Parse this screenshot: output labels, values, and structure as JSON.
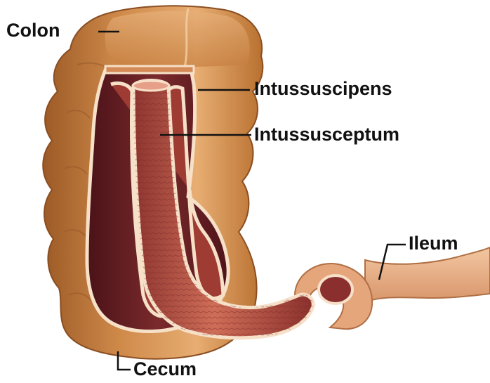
{
  "diagram": {
    "labels": {
      "colon": "Colon",
      "intussuscipiens": "Intussuscipens",
      "intussusceptum": "Intussusceptum",
      "ileum": "Ileum",
      "cecum": "Cecum"
    },
    "colors": {
      "outer_wall": "#c07a3c",
      "outer_wall_light": "#e0a468",
      "lumen_dark": "#5e1a22",
      "mucosa": "#a8433a",
      "mucosa_light": "#d0705a",
      "serosa_rim": "#f6e0c8",
      "ileum": "#e8b48c",
      "leader_line": "#111111"
    }
  }
}
